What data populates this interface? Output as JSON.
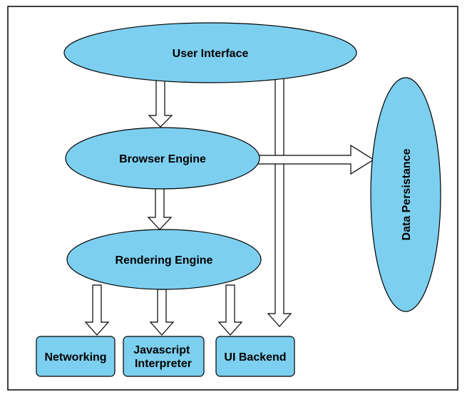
{
  "colors": {
    "fill": "#7dcfef",
    "stroke": "#000000",
    "frame": "#000000",
    "background": "#ffffff"
  },
  "nodes": {
    "user_interface": "User Interface",
    "browser_engine": "Browser Engine",
    "rendering_engine": "Rendering Engine",
    "data_persistance": "Data Persistance",
    "networking": "Networking",
    "javascript_interpreter": [
      "Javascript",
      "Interpreter"
    ],
    "ui_backend": "UI Backend"
  }
}
